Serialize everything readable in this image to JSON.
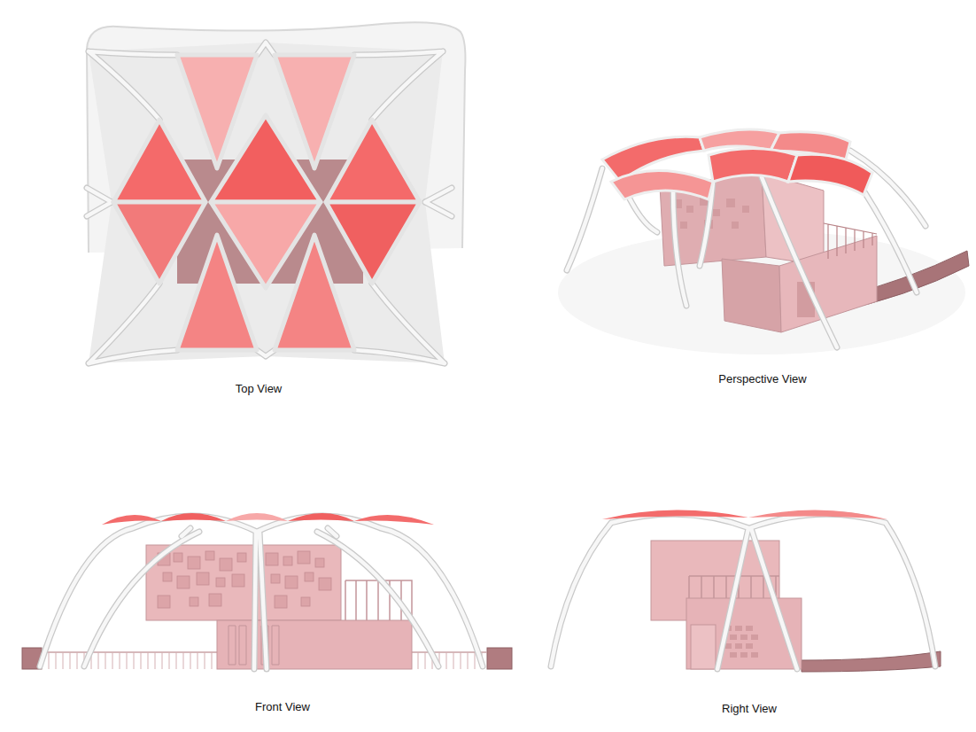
{
  "diagram": {
    "labels": [
      "Top View",
      "Perspective View",
      "Front View",
      "Right View"
    ]
  }
}
